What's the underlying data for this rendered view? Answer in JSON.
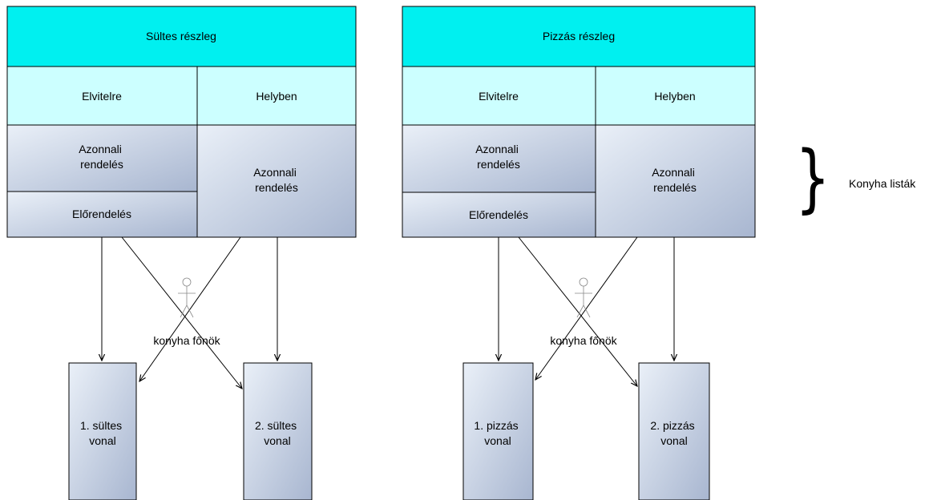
{
  "colors": {
    "header": "#00f0f0",
    "subheader": "#ccffff",
    "list_light": "#eaf0f8",
    "list_dark": "#a8b6d0",
    "line": "#000000"
  },
  "sections": [
    {
      "header": "Sültes részleg",
      "col_takeaway": "Elvitelre",
      "col_dinein": "Helyben",
      "takeaway_immediate": [
        "Azonnali",
        "rendelés"
      ],
      "takeaway_preorder": "Előrendelés",
      "dinein_immediate": [
        "Azonnali",
        "rendelés"
      ],
      "actor_label": "konyha főnök",
      "line1": [
        "1. sültes",
        "vonal"
      ],
      "line2": [
        "2. sültes",
        "vonal"
      ]
    },
    {
      "header": "Pizzás részleg",
      "col_takeaway": "Elvitelre",
      "col_dinein": "Helyben",
      "takeaway_immediate": [
        "Azonnali",
        "rendelés"
      ],
      "takeaway_preorder": "Előrendelés",
      "dinein_immediate": [
        "Azonnali",
        "rendelés"
      ],
      "actor_label": "konyha főnök",
      "line1": [
        "1. pizzás",
        "vonal"
      ],
      "line2": [
        "2. pizzás",
        "vonal"
      ]
    }
  ],
  "brace": {
    "symbol": "}",
    "label": "Konyha listák"
  }
}
